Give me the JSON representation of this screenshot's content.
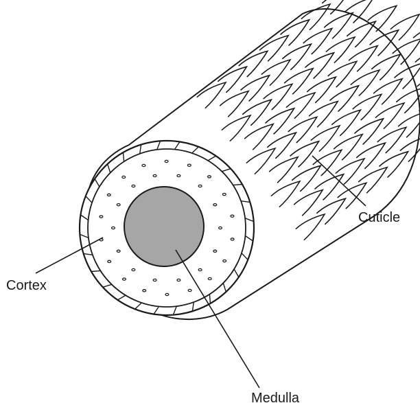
{
  "labels": {
    "cuticle": "Cuticle",
    "cortex": "Cortex",
    "medulla": "Medulla"
  },
  "colors": {
    "line": "#1a1a1a",
    "medulla_fill": "#a6a6a6",
    "background": "#ffffff"
  }
}
